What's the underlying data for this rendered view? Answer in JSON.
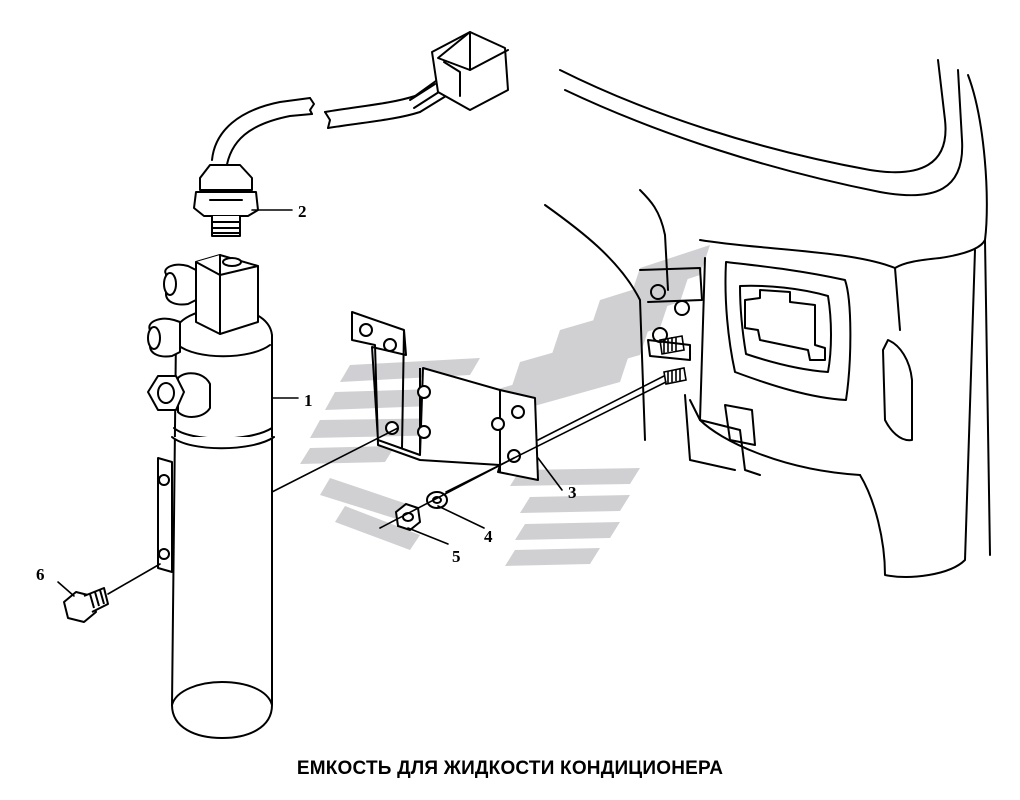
{
  "caption": "ЕМКОСТЬ ДЛЯ ЖИДКОСТИ КОНДИЦИОНЕРА",
  "callouts": {
    "c1": "1",
    "c2": "2",
    "c3": "3",
    "c4": "4",
    "c5": "5",
    "c6": "6"
  },
  "colors": {
    "line": "#000000",
    "watermark": "#c8c8cc",
    "background": "#ffffff"
  }
}
